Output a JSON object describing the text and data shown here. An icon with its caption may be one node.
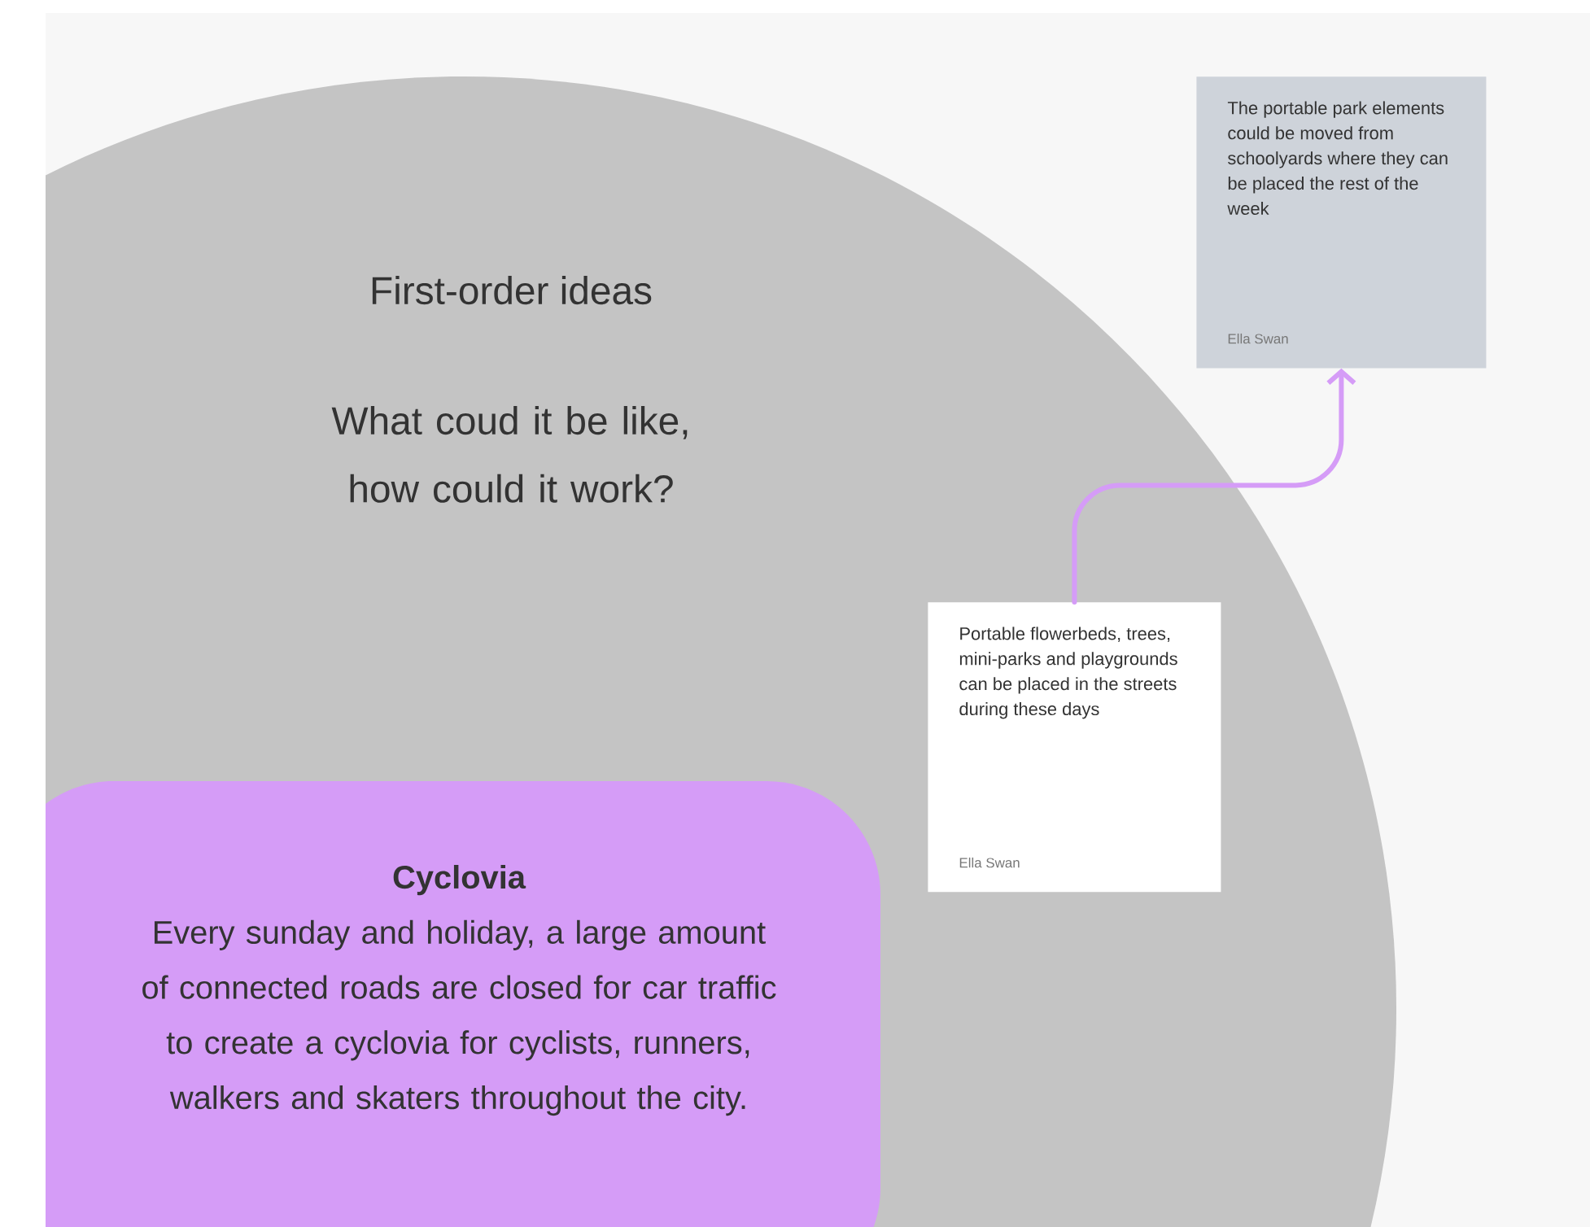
{
  "diagram": {
    "nodes": [
      {
        "text": [
          "First-order ideas",
          "What coud it be like, how could it work?"
        ]
      },
      {
        "text": [
          "Cyclovia",
          "Every sunday and holiday, a large amount of connected roads are closed for car traffic to create a cyclovia for cyclists, runners, walkers and skaters throughout the city."
        ],
        "in": 0
      },
      {
        "text": [
          "Portable flowerbeds, trees, mini-parks and playgrounds can be placed in the streets during these days",
          "Ella Swan"
        ],
        "in": 0
      },
      {
        "text": [
          "The portable park elements could be moved from schoolyards where they can be placed the rest of the week",
          "Ella Swan"
        ]
      }
    ],
    "edges": [
      {
        "from": 2,
        "to": 3,
        "arrow": "to"
      }
    ]
  }
}
